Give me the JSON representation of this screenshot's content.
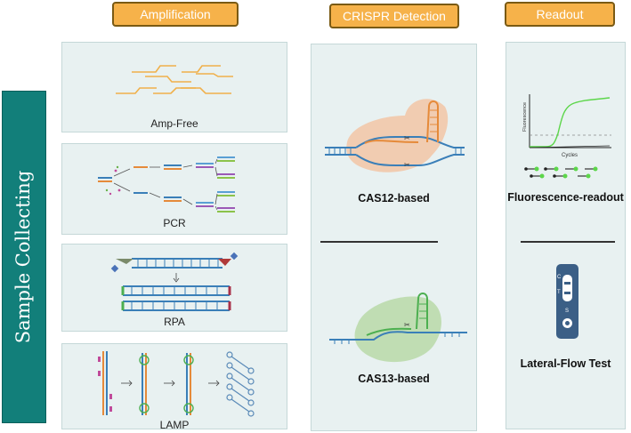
{
  "headers": {
    "amplification": "Amplification",
    "crispr": "CRISPR Detection",
    "readout": "Readout"
  },
  "sidebar": {
    "label": "Sample Collecting"
  },
  "amplification": {
    "amp_free": "Amp-Free",
    "pcr": "PCR",
    "rpa": "RPA",
    "lamp": "LAMP"
  },
  "crispr": {
    "cas12": "CAS12-based",
    "cas13": "CAS13-based"
  },
  "readout": {
    "fluorescence": "Fluorescence-readout",
    "lateral_flow": "Lateral-Flow Test",
    "plot_ylabel": "Fluorescence",
    "plot_xlabel": "Cycles",
    "strip_c": "C",
    "strip_t": "T",
    "strip_s": "S"
  },
  "colors": {
    "header_fill": "#f6b24a",
    "sidebar_fill": "#127f7a",
    "panel_fill": "#e8f1f1",
    "dna_blue": "#3a7fb8",
    "dna_orange": "#e58a3a",
    "cas12_blob": "#f2c6a6",
    "cas13_blob": "#b9d9a8",
    "curve_green": "#5cd64a",
    "strip_body": "#3b5f86"
  }
}
